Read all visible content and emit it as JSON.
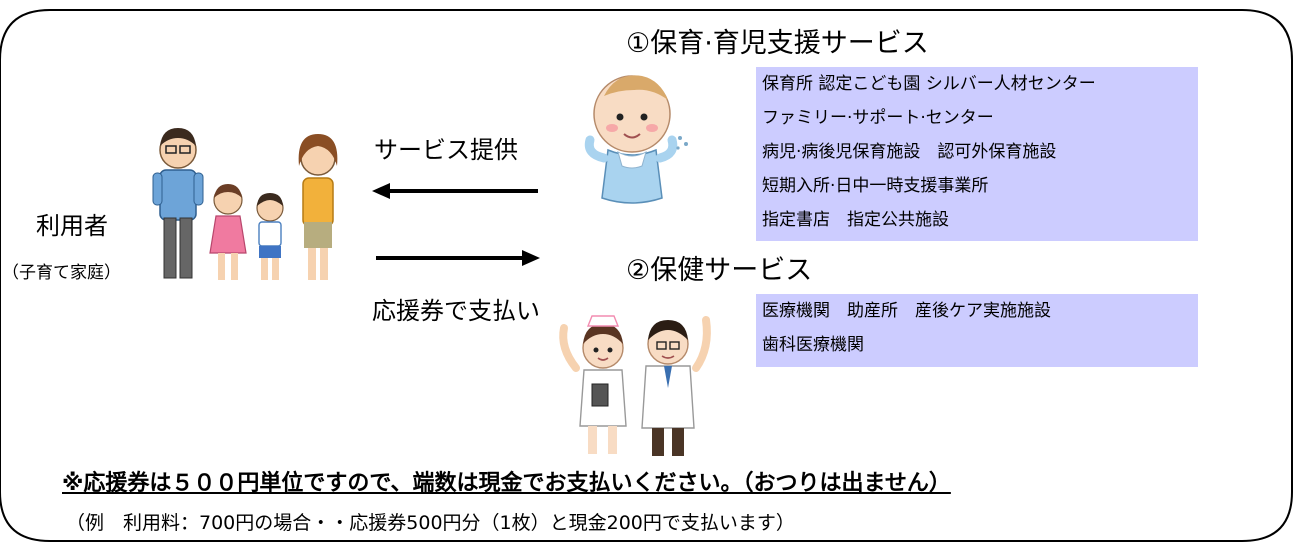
{
  "header_partial": "",
  "user": {
    "label": "利用者",
    "sub_label": "（子育て家庭）"
  },
  "flow": {
    "provide_label": "サービス提供",
    "pay_label": "応援券で支払い"
  },
  "service1": {
    "heading": "①保育·育児支援サービス",
    "items": [
      "保育所 認定こども園 シルバー人材センター",
      "ファミリー·サポート·センター",
      "病児·病後児保育施設　認可外保育施設",
      "短期入所·日中一時支援事業所",
      "指定書店　指定公共施設"
    ]
  },
  "service2": {
    "heading": "②保健サービス",
    "items": [
      "医療機関　助産所　産後ケア実施施設",
      "歯科医療機関"
    ]
  },
  "notice": "※応援券は５００円単位ですので、端数は現金でお支払いください。（おつりは出ません）",
  "example": "（例　利用料：700円の場合・・応援券500円分（1枚）と現金200円で支払います）",
  "colors": {
    "service_box": "#ccccff",
    "frame": "#000000"
  },
  "icons": [
    "family-illustration",
    "baby-illustration",
    "nurse-doctor-illustration",
    "arrow-left-icon",
    "arrow-right-icon"
  ]
}
